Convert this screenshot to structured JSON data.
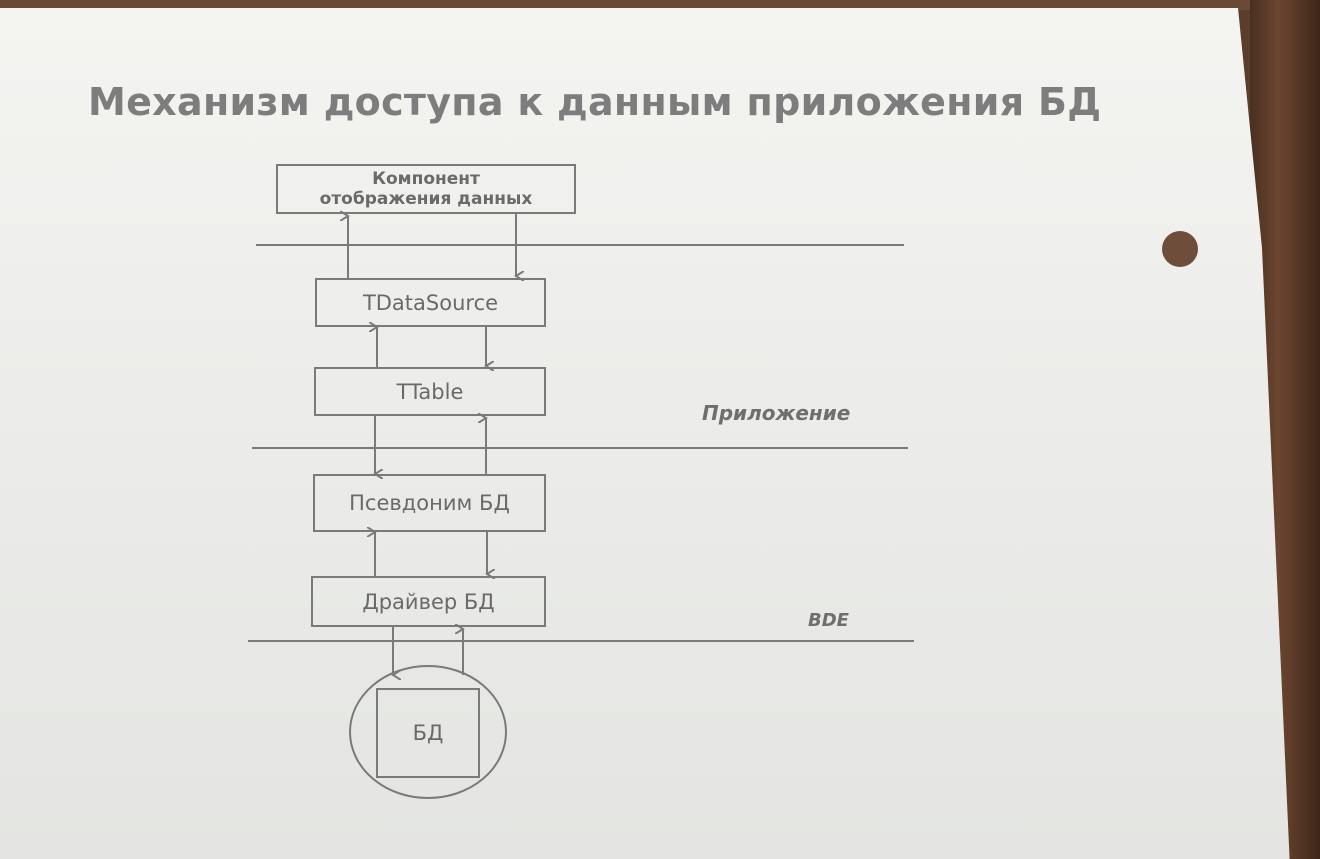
{
  "title": "Механизм доступа к данным приложения БД",
  "boxes": {
    "display_component_line1": "Компонент",
    "display_component_line2": "отображения данных",
    "datasource": "TDataSource",
    "table": "TTable",
    "alias": "Псевдоним БД",
    "driver": "Драйвер БД",
    "db": "БД"
  },
  "layers": {
    "application": "Приложение",
    "bde": "BDE"
  }
}
